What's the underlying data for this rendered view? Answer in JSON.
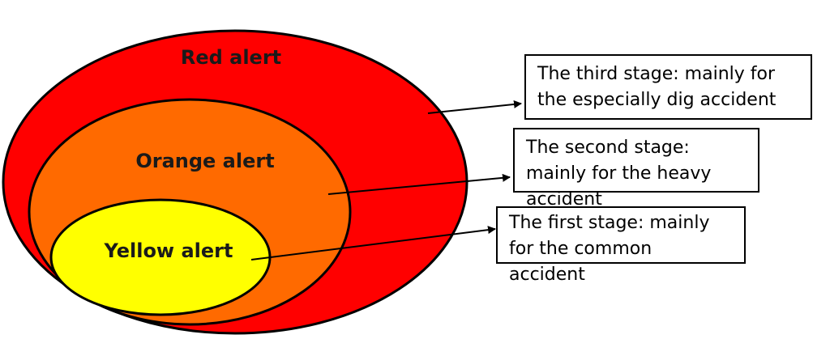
{
  "colors": {
    "red": "#ff0000",
    "orange": "#ff6a00",
    "yellow": "#ffff00",
    "outline": "#000000"
  },
  "levels": {
    "red": {
      "label": "Red alert",
      "description": "The third stage: mainly for the especially dig accident"
    },
    "orange": {
      "label": "Orange alert",
      "description": "The second stage: mainly for the heavy accident"
    },
    "yellow": {
      "label": "Yellow alert",
      "description": "The first stage: mainly for the common accident"
    }
  }
}
